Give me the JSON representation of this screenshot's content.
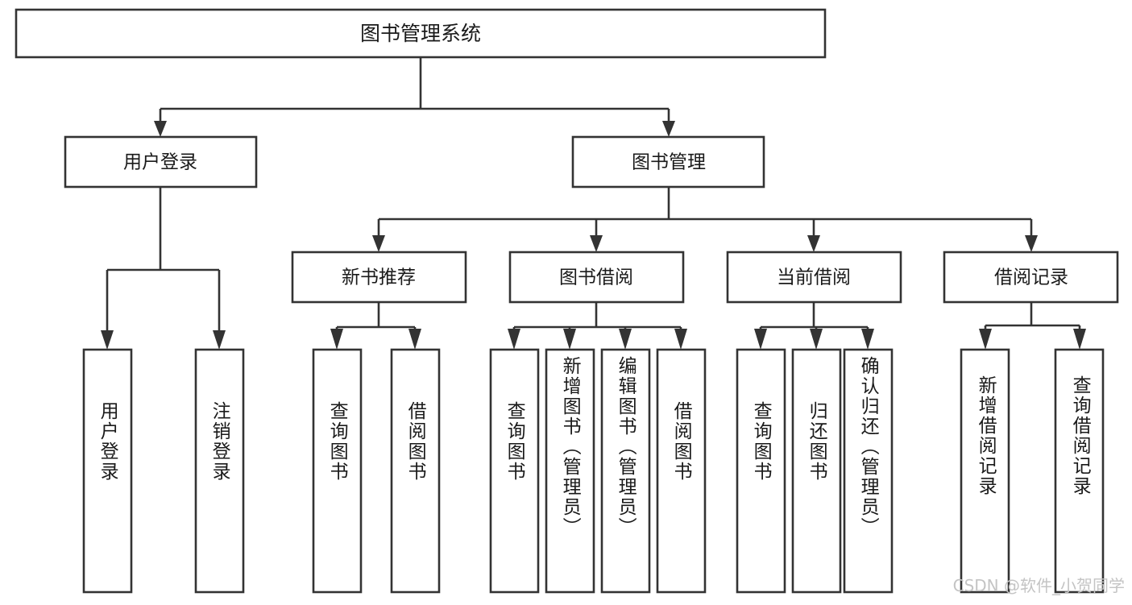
{
  "diagram": {
    "type": "tree",
    "title_node": {
      "id": "root",
      "label": "图书管理系统"
    },
    "level2": [
      {
        "id": "user-login",
        "label": "用户登录"
      },
      {
        "id": "book-manage",
        "label": "图书管理"
      }
    ],
    "level3": [
      {
        "id": "new-book-rec",
        "label": "新书推荐",
        "parent": "book-manage"
      },
      {
        "id": "book-borrow",
        "label": "图书借阅",
        "parent": "book-manage"
      },
      {
        "id": "current-borrow",
        "label": "当前借阅",
        "parent": "book-manage"
      },
      {
        "id": "borrow-record",
        "label": "借阅记录",
        "parent": "book-manage"
      }
    ],
    "leaves": [
      {
        "id": "leaf-user-login",
        "label": "用户登录",
        "parent": "user-login"
      },
      {
        "id": "leaf-logout",
        "label": "注销登录",
        "parent": "user-login"
      },
      {
        "id": "leaf-query-book-1",
        "label": "查询图书",
        "parent": "new-book-rec"
      },
      {
        "id": "leaf-borrow-book-1",
        "label": "借阅图书",
        "parent": "new-book-rec"
      },
      {
        "id": "leaf-query-book-2",
        "label": "查询图书",
        "parent": "book-borrow"
      },
      {
        "id": "leaf-add-book",
        "label": "新增图书（管理员）",
        "parent": "book-borrow"
      },
      {
        "id": "leaf-edit-book",
        "label": "编辑图书（管理员）",
        "parent": "book-borrow"
      },
      {
        "id": "leaf-borrow-book-2",
        "label": "借阅图书",
        "parent": "book-borrow"
      },
      {
        "id": "leaf-query-book-3",
        "label": "查询图书",
        "parent": "current-borrow"
      },
      {
        "id": "leaf-return-book",
        "label": "归还图书",
        "parent": "current-borrow"
      },
      {
        "id": "leaf-confirm-return",
        "label": "确认归还（管理员）",
        "parent": "current-borrow"
      },
      {
        "id": "leaf-add-record",
        "label": "新增借阅记录",
        "parent": "borrow-record"
      },
      {
        "id": "leaf-query-record",
        "label": "查询借阅记录",
        "parent": "borrow-record"
      }
    ]
  },
  "watermark": {
    "text": "CSDN @软件_小贺同学"
  },
  "colors": {
    "stroke": "#333333",
    "fill": "#ffffff",
    "text": "#1a1a1a",
    "watermark": "#c4c4c4"
  }
}
